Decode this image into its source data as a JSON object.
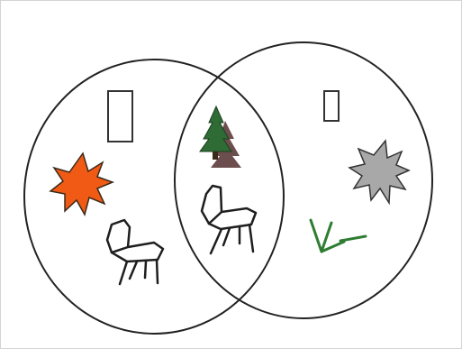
{
  "diagram": {
    "type": "venn",
    "sets": [
      {
        "name": "",
        "items": [
          "rectangle-outline",
          "orange-star-burst",
          "chair"
        ]
      },
      {
        "name": "",
        "items": [
          "small-rectangle-outline",
          "gray-star-burst",
          "green-stick-figure"
        ]
      }
    ],
    "intersection": {
      "items": [
        "pine-tree",
        "chair"
      ]
    }
  },
  "colors": {
    "outline": "#222222",
    "orange_star": "#f05a14",
    "orange_star_outline": "#3a2a1a",
    "gray_star": "#a8a8a8",
    "tree": "#2f6b35",
    "tree_shadow": "#6c4e4e",
    "stick": "#2e7d32",
    "chair": "#1e1e1e"
  }
}
